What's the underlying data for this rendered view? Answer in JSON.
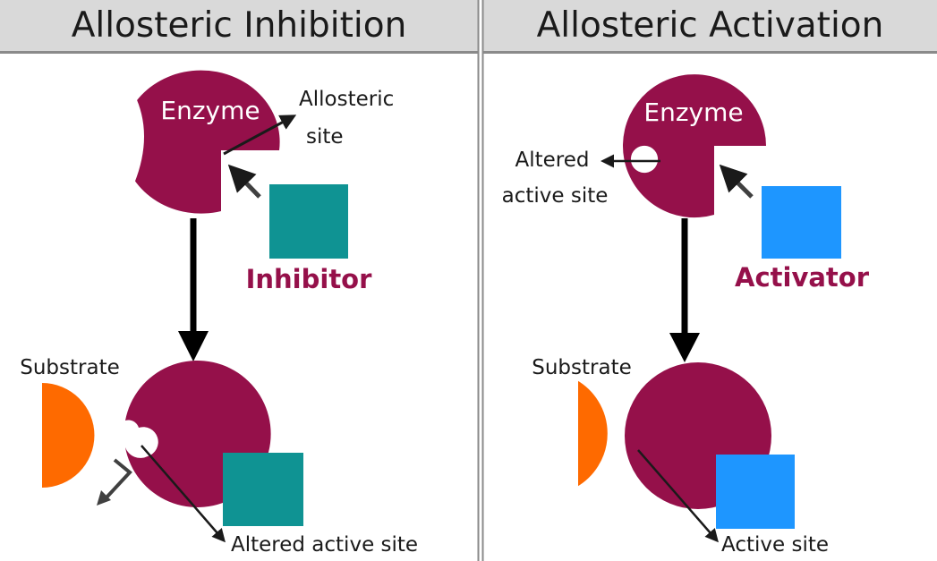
{
  "panels": {
    "inhibition": {
      "title": "Allosteric Inhibition",
      "enzyme_label": "Enzyme",
      "allosteric_site_label": [
        "Allosteric",
        "site"
      ],
      "effector_label": "Inhibitor",
      "substrate_label": "Substrate",
      "altered_site_label": "Altered active site"
    },
    "activation": {
      "title": "Allosteric Activation",
      "enzyme_label": "Enzyme",
      "altered_site_label": [
        "Altered",
        "active site"
      ],
      "effector_label": "Activator",
      "substrate_label": "Substrate",
      "active_site_label": "Active site"
    }
  },
  "colors": {
    "enzyme": "#95104a",
    "inhibitor": "#0f9393",
    "activator": "#1e96ff",
    "substrate": "#fe6a00",
    "header_bg": "#d9d9d9",
    "divider": "#8a8a8a"
  }
}
